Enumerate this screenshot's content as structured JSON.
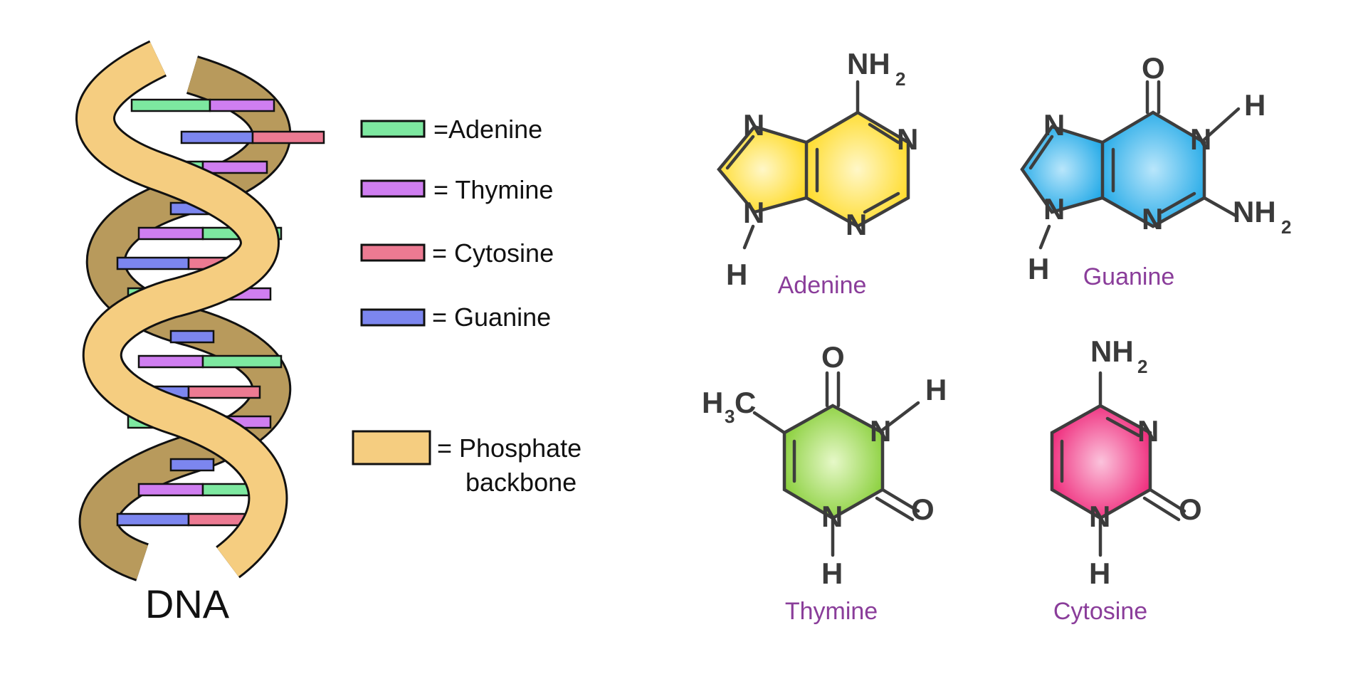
{
  "dna": {
    "title": "DNA"
  },
  "legend": {
    "items": [
      {
        "label": "=Adenine",
        "color": "#7de8a0"
      },
      {
        "label": "= Thymine",
        "color": "#cf7ef0"
      },
      {
        "label": "= Cytosine",
        "color": "#ec7a92"
      },
      {
        "label": "= Guanine",
        "color": "#7c86ef"
      }
    ],
    "backbone": {
      "line1": "= Phosphate",
      "line2": "backbone",
      "color": "#f5cd80"
    }
  },
  "molecules": {
    "adenine": {
      "name": "Adenine",
      "color": "#ffe03a",
      "atoms": {
        "nh": "NH",
        "n1": "N",
        "n3": "N",
        "n7": "N",
        "n9": "N",
        "h9": "H",
        "sub": "2"
      }
    },
    "guanine": {
      "name": "Guanine",
      "color": "#2aaee8",
      "atoms": {
        "o": "O",
        "h1": "H",
        "n1": "N",
        "nh": "NH",
        "n3": "N",
        "n7": "N",
        "n9": "N",
        "h9": "H",
        "sub": "2"
      }
    },
    "thymine": {
      "name": "Thymine",
      "color": "#8cd23c",
      "atoms": {
        "o4": "O",
        "h3": "H",
        "n3": "N",
        "o2": "O",
        "n1": "N",
        "h1": "H",
        "h3c": "H",
        "c": "C",
        "sub": "3"
      }
    },
    "cytosine": {
      "name": "Cytosine",
      "color": "#f0287a",
      "atoms": {
        "nh": "NH",
        "n3": "N",
        "o2": "O",
        "n1": "N",
        "h1": "H",
        "sub": "2"
      }
    }
  },
  "colors": {
    "backbone_fill": "#f5cd80",
    "backbone_shadow": "#b89a5c",
    "outline": "#111111"
  }
}
